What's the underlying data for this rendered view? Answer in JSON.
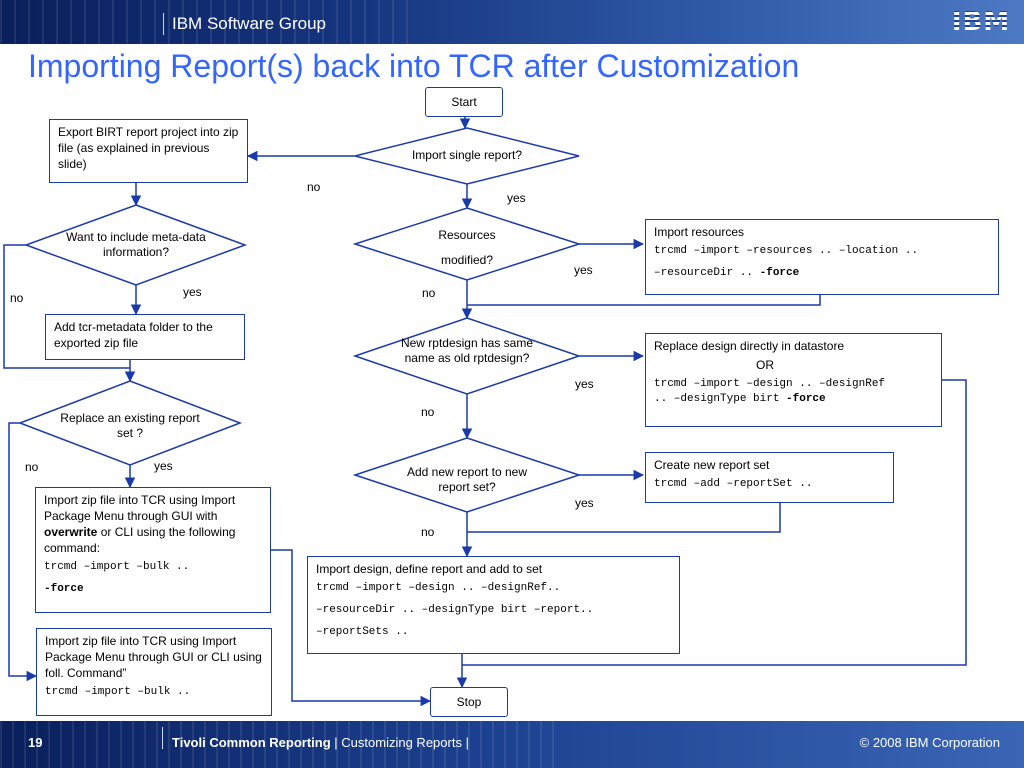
{
  "header": {
    "group": "IBM Software Group",
    "logo": "IBM"
  },
  "title": "Importing Report(s) back into TCR after Customization",
  "footer": {
    "page": "19",
    "product": "Tivoli Common Reporting",
    "sep": "|",
    "section": "Customizing Reports",
    "sep2": "|",
    "copyright": "© 2008 IBM Corporation"
  },
  "flow": {
    "start": "Start",
    "stop": "Stop",
    "d_single": "Import single report?",
    "d_resources_1": "Resources",
    "d_resources_2": "modified?",
    "d_samename": "New rptdesign has same name as old rptdesign?",
    "d_newreportset": "Add new report to new report set?",
    "d_meta": "Want to include meta-data information?",
    "d_replace": "Replace an existing report set ?",
    "b_export": "Export BIRT report project into zip file (as explained in previous slide)",
    "b_addmeta": "Add tcr-metadata folder to the exported zip file",
    "b_import_res_title": "Import resources",
    "b_import_res_cmd1": "trcmd –import –resources .. –location ..",
    "b_import_res_cmd2a": "–resourceDir .. ",
    "b_import_res_cmd2b": "-force",
    "b_replace_title": "Replace design directly in datastore",
    "b_replace_or": "OR",
    "b_replace_cmd1": "trcmd –import –design .. –designRef",
    "b_replace_cmd2a": ".. –designType birt ",
    "b_replace_cmd2b": "-force",
    "b_create_title": "Create new report set",
    "b_create_cmd": "trcmd –add –reportSet ..",
    "b_import_design_title": "Import design, define report and add to set",
    "b_import_design_cmd1": "trcmd –import –design .. –designRef..",
    "b_import_design_cmd2": "–resourceDir .. –designType birt  –report..",
    "b_import_design_cmd3": "–reportSets ..",
    "b_zip_overwrite_1": "Import zip file into TCR using Import Package Menu through GUI with ",
    "b_zip_overwrite_bold": "overwrite",
    "b_zip_overwrite_2": " or CLI using the following command:",
    "b_zip_overwrite_cmd1": "trcmd –import –bulk ..",
    "b_zip_overwrite_cmd2": "-force",
    "b_zip_plain_text": "Import zip file into TCR using Import Package Menu through GUI or CLI using foll. Command”",
    "b_zip_plain_cmd": "trcmd –import –bulk ..",
    "lbl_no": "no",
    "lbl_yes": "yes"
  }
}
